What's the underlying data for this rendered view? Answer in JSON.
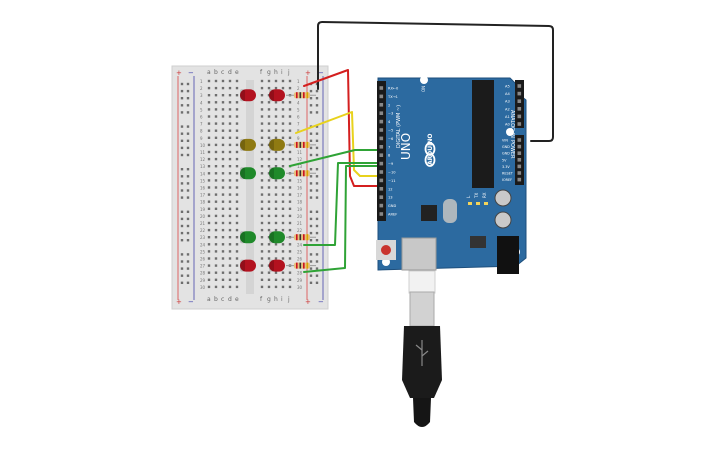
{
  "breadboard": {
    "column_letters_left": [
      "a",
      "b",
      "c",
      "d",
      "e"
    ],
    "column_letters_right": [
      "f",
      "g",
      "h",
      "i",
      "j"
    ],
    "rail_plus": "+",
    "rail_minus": "−",
    "row_numbers": [
      "1",
      "2",
      "3",
      "4",
      "5",
      "6",
      "7",
      "8",
      "9",
      "10",
      "11",
      "12",
      "13",
      "14",
      "15",
      "16",
      "17",
      "18",
      "19",
      "20",
      "21",
      "22",
      "23",
      "24",
      "25",
      "26",
      "27",
      "28",
      "29",
      "30"
    ]
  },
  "leds": [
    {
      "row": 3,
      "color": "#b3121f",
      "name": "red"
    },
    {
      "row": 10,
      "color": "#8f7a12",
      "name": "yellow"
    },
    {
      "row": 14,
      "color": "#1f8a2a",
      "name": "green"
    },
    {
      "row": 23,
      "color": "#1f8a2a",
      "name": "green"
    },
    {
      "row": 27,
      "color": "#b3121f",
      "name": "red"
    }
  ],
  "arduino": {
    "board_name": "UNO",
    "brand": "ARDUINO",
    "digital_label": "DIGITAL (PWM ~)",
    "analog_label": "ANALOG IN",
    "power_label": "POWER",
    "digital_pins": [
      "AREF",
      "GND",
      "13",
      "12",
      "~11",
      "~10",
      "~9",
      "8",
      "7",
      "~6",
      "~5",
      "4",
      "~3",
      "2",
      "TX→1",
      "RX←0"
    ],
    "analog_pins": [
      "A5",
      "A4",
      "A3",
      "A2",
      "A1",
      "A0"
    ],
    "power_pins": [
      "VIN",
      "GND",
      "GND",
      "5V",
      "3.3V",
      "RESET",
      "IOREF"
    ],
    "led_labels": [
      "L",
      "TX",
      "RX"
    ],
    "on_label": "ON",
    "reset_label": "RESET",
    "board_color": "#2c6aa0"
  },
  "wire_colors": {
    "red": "#d41f1f",
    "yellow": "#e8d21c",
    "green": "#2fa336",
    "black": "#222222"
  }
}
